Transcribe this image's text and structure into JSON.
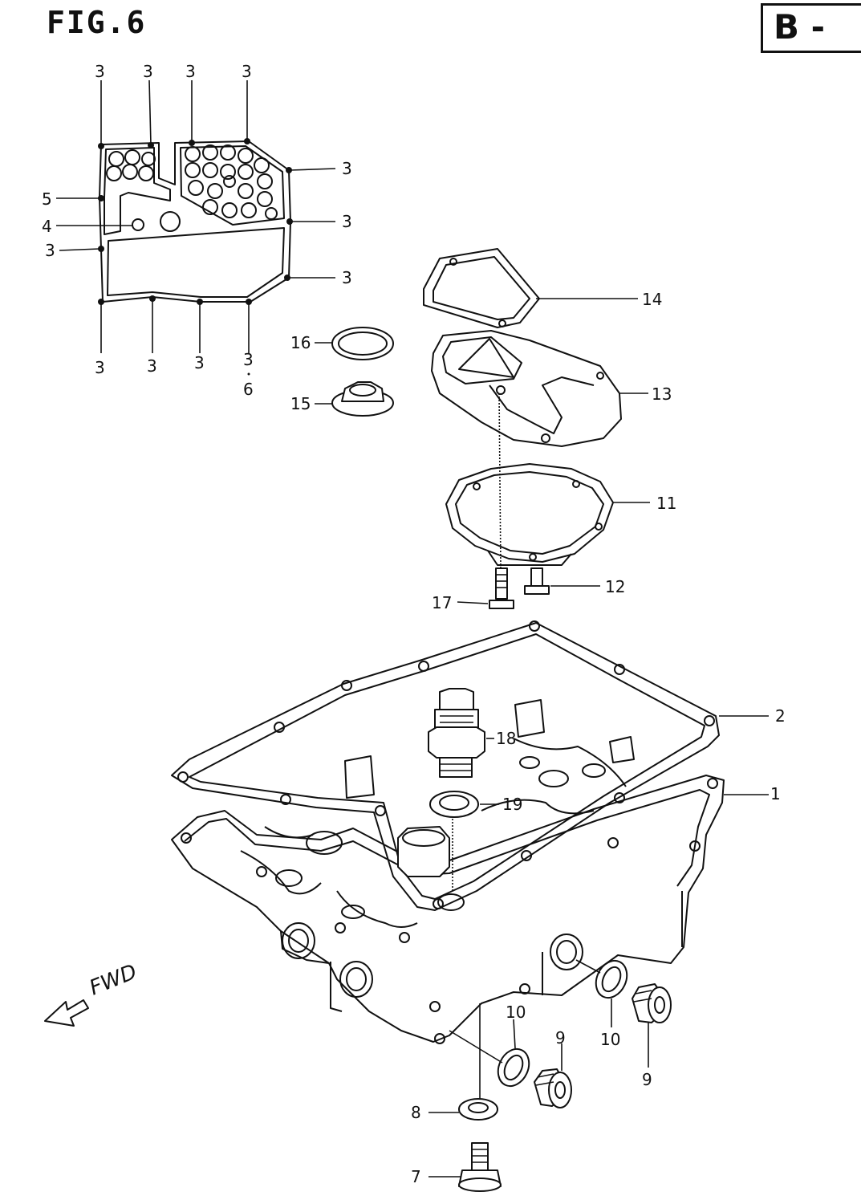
{
  "figure": {
    "title": "FIG.6",
    "section_tag": "B -"
  },
  "direction_label": "FWD",
  "callouts": [
    {
      "id": "c3a",
      "label": "3"
    },
    {
      "id": "c3b",
      "label": "3"
    },
    {
      "id": "c3c",
      "label": "3"
    },
    {
      "id": "c3d",
      "label": "3"
    },
    {
      "id": "c3e",
      "label": "3"
    },
    {
      "id": "c3f",
      "label": "3"
    },
    {
      "id": "c3g",
      "label": "3"
    },
    {
      "id": "c3h",
      "label": "3"
    },
    {
      "id": "c3i",
      "label": "3"
    },
    {
      "id": "c3j",
      "label": "3"
    },
    {
      "id": "c3k",
      "label": "3"
    },
    {
      "id": "c3l",
      "label": "3"
    },
    {
      "id": "c5",
      "label": "5"
    },
    {
      "id": "c4",
      "label": "4"
    },
    {
      "id": "c6",
      "label": "6"
    },
    {
      "id": "c14",
      "label": "14"
    },
    {
      "id": "c16",
      "label": "16"
    },
    {
      "id": "c15",
      "label": "15"
    },
    {
      "id": "c13",
      "label": "13"
    },
    {
      "id": "c11",
      "label": "11"
    },
    {
      "id": "c12",
      "label": "12"
    },
    {
      "id": "c17",
      "label": "17"
    },
    {
      "id": "c2",
      "label": "2"
    },
    {
      "id": "c18",
      "label": "18"
    },
    {
      "id": "c1",
      "label": "1"
    },
    {
      "id": "c19",
      "label": "19"
    },
    {
      "id": "c10a",
      "label": "10"
    },
    {
      "id": "c10b",
      "label": "10"
    },
    {
      "id": "c9a",
      "label": "9"
    },
    {
      "id": "c9b",
      "label": "9"
    },
    {
      "id": "c8",
      "label": "8"
    },
    {
      "id": "c7",
      "label": "7"
    }
  ]
}
